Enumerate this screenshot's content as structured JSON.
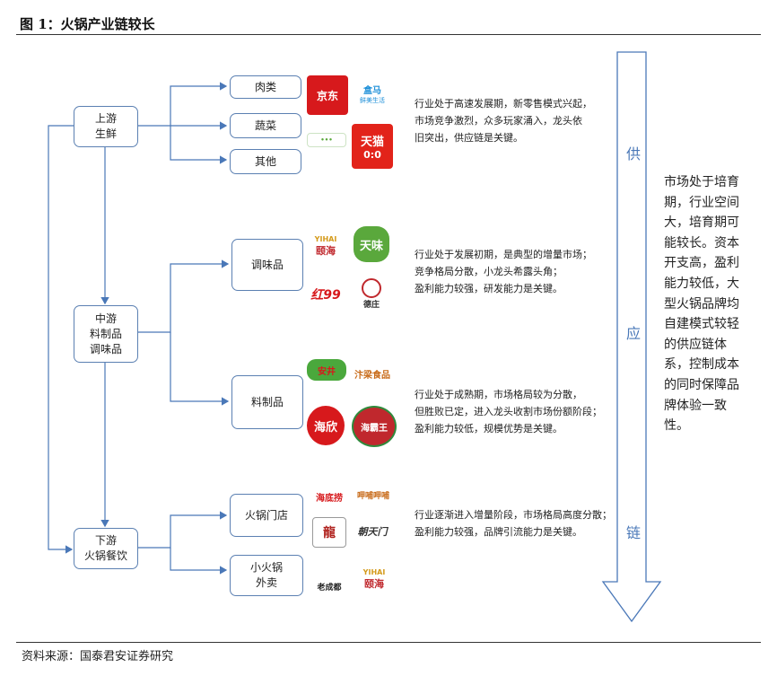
{
  "header": {
    "title": "图 1：火锅产业链较长"
  },
  "footer": {
    "source": "资料来源：国泰君安证券研究"
  },
  "stages": {
    "upstream": "上游\n生鲜",
    "midstream": "中游\n料制品\n调味品",
    "downstream": "下游\n火锅餐饮"
  },
  "categories": {
    "meat": "肉类",
    "vegetables": "蔬菜",
    "other": "其他",
    "seasoning": "调味品",
    "ingredients": "料制品",
    "hotpot_store": "火锅门店",
    "small_hotpot": "小火锅\n外卖"
  },
  "descriptions": {
    "upstream": "行业处于高速发展期，新零售模式兴起，\n市场竞争激烈，众多玩家涌入，龙头依\n旧突出，供应链是关键。",
    "seasoning": "行业处于发展初期，是典型的增量市场；\n竞争格局分散，小龙头希露头角；\n盈利能力较强，研发能力是关键。",
    "ingredients": "行业处于成熟期，市场格局较为分散，\n但胜败已定，进入龙头收割市场份额阶段；\n盈利能力较低，规模优势是关键。",
    "downstream": "行业逐渐进入增量阶段，市场格局高度分散；\n盈利能力较强，品牌引流能力是关键。"
  },
  "chain_arrow": {
    "chars": [
      "供",
      "应",
      "链"
    ]
  },
  "side_note": "市场处于培育期，行业空间大，培育期可能较长。资本开支高，盈利能力较低，大型火锅品牌均自建模式较轻的供应链体系，控制成本的同时保障品牌体验一致性。",
  "logos": {
    "jd": "京东",
    "hema_top": "盒马",
    "hema_sub": "鲜美生活",
    "tmall": "天猫",
    "tmall_face": "0:0",
    "yihai_en": "YIHAI",
    "yihai_cn": "颐海",
    "tianwei": "天味",
    "hong99": "红99",
    "deyi": "德庄",
    "anjing": "安井",
    "bingshi": "汴梁食品",
    "haixin": "海欣",
    "haibawang": "海霸王",
    "haidilao": "海底捞",
    "huhuhu": "呷哺呷哺",
    "chaotianmen": "朝天门",
    "laoxian": "老成都",
    "yihai2_en": "YIHAI",
    "yihai2_cn": "颐海"
  },
  "colors": {
    "line": "#4a78b8",
    "box_border": "#5b80b2",
    "jd_red": "#d7191c",
    "tmall_red": "#e2231a",
    "green": "#5aa83c"
  }
}
